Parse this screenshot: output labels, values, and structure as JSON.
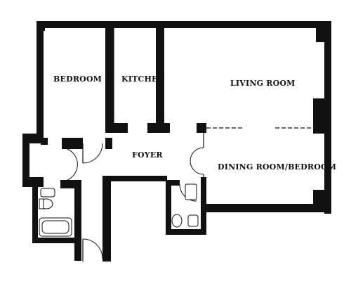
{
  "rooms": {
    "bedroom": "BEDROOM",
    "kitchen": "KITCHEN",
    "living_room": "LIVING ROOM",
    "foyer": "FOYER",
    "dining_room": "DINING ROOM/BEDROOM"
  }
}
